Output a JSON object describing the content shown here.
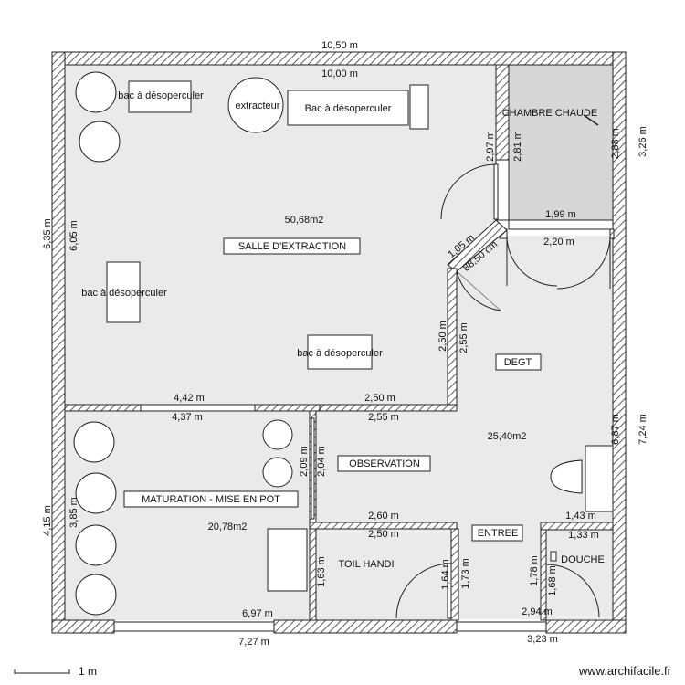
{
  "dimensions": {
    "top_outer": "10,50 m",
    "top_inner": "10,00 m",
    "left_outer_upper": "6,35 m",
    "left_inner_upper": "6,05 m",
    "left_outer_lower": "4,15 m",
    "left_inner_lower": "3,85 m",
    "right_outer_upper": "3,26 m",
    "right_inner_upper": "2,88 m",
    "right_outer_lower": "7,24 m",
    "right_inner_lower": "6,87 m",
    "chambre_wall_outer": "2,97 m",
    "chambre_wall_inner": "2,81 m",
    "chambre_bottom": "1,99 m",
    "degt_top": "2,20 m",
    "diag_outer": "1,05 m",
    "diag_inner": "88,50 cm",
    "extraction_right_outer": "2,50 m",
    "extraction_right_inner": "2,55 m",
    "mid_left_top": "4,42 m",
    "mid_left_bottom": "4,37 m",
    "mid_right_top": "2,50 m",
    "mid_right_bottom": "2,55 m",
    "observation_outer": "2,09 m",
    "observation_inner": "2,04 m",
    "toilet_top_outer": "2,60 m",
    "toilet_top_inner": "2,50 m",
    "toilet_left": "1,63 m",
    "toilet_right_inner": "1,64 m",
    "entree_side": "1,73 m",
    "douche_left": "1,78 m",
    "douche_right": "1,68 m",
    "douche_top_outer": "1,43 m",
    "douche_top_inner": "1,33 m",
    "bottom_left_inner": "6,97 m",
    "bottom_left_outer": "7,27 m",
    "bottom_right_inner": "2,94 m",
    "bottom_right_outer": "3,23 m"
  },
  "rooms": {
    "salle_extraction": {
      "label": "SALLE D'EXTRACTION",
      "area": "50,68m2"
    },
    "chambre_chaude": {
      "label": "CHAMBRE CHAUDE"
    },
    "degt": {
      "label": "DEGT",
      "area": "25,40m2"
    },
    "observation": {
      "label": "OBSERVATION"
    },
    "maturation": {
      "label": "MATURATION - MISE EN POT",
      "area": "20,78m2"
    },
    "toil_handi": {
      "label": "TOIL HANDI"
    },
    "entree": {
      "label": "ENTREE"
    },
    "douche": {
      "label": "DOUCHE"
    }
  },
  "furniture": {
    "bac_1": "bac à désoperculer",
    "bac_2": "Bac à désoperculer",
    "bac_3": "bac à désoperculer",
    "bac_4": "bac à désoperculer",
    "extracteur": "extracteur"
  },
  "footer": {
    "scale": "1 m",
    "watermark": "www.archifacile.fr"
  }
}
